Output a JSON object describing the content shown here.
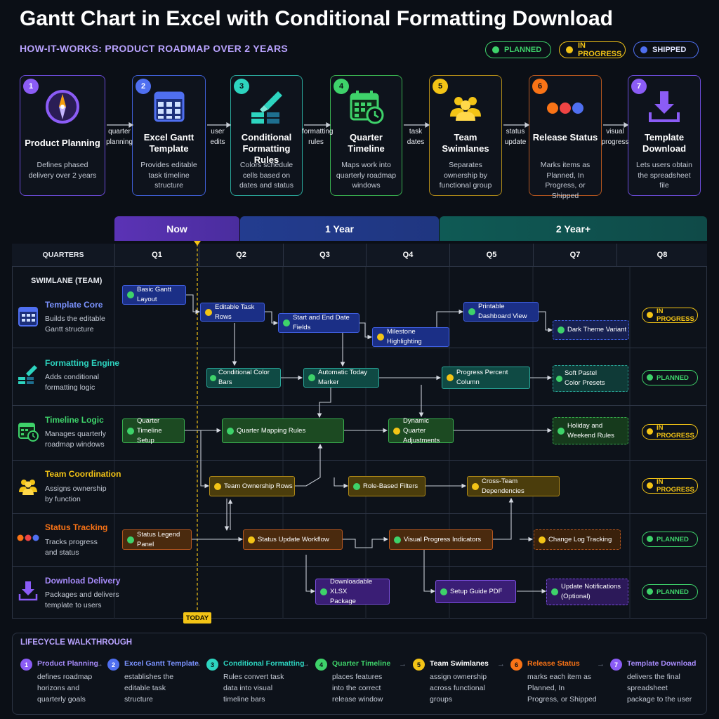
{
  "title": "Gantt Chart in Excel with Conditional Formatting Download",
  "subtitle": "HOW-IT-WORKS: PRODUCT ROADMAP OVER 2 YEARS",
  "legend": {
    "planned": "PLANNED",
    "in_progress": "IN PROGRESS",
    "shipped": "SHIPPED"
  },
  "colors": {
    "planned": "#3ed26a",
    "in_progress": "#f3c416",
    "shipped": "#4f6ff0",
    "purple": "#8b5cf6"
  },
  "steps": [
    {
      "num": "1",
      "title": "Product Planning",
      "desc": "Defines phased delivery over 2 years",
      "icon": "compass-icon"
    },
    {
      "num": "2",
      "title": "Excel Gantt Template",
      "desc": "Provides editable task timeline structure",
      "icon": "grid-icon"
    },
    {
      "num": "3",
      "title": "Conditional Formatting Rules",
      "desc": "Colors schedule cells based on dates and status",
      "icon": "brush-icon"
    },
    {
      "num": "4",
      "title": "Quarter Timeline",
      "desc": "Maps work into quarterly roadmap windows",
      "icon": "calendar-clock-icon"
    },
    {
      "num": "5",
      "title": "Team Swimlanes",
      "desc": "Separates ownership by functional group",
      "icon": "team-icon"
    },
    {
      "num": "6",
      "title": "Release Status",
      "desc": "Marks items as Planned, In Progress, or Shipped",
      "icon": "status-dots-icon"
    },
    {
      "num": "7",
      "title": "Template Download",
      "desc": "Lets users obtain the spreadsheet file",
      "icon": "download-icon"
    }
  ],
  "connectors": [
    "quarter planning",
    "user edits",
    "formatting rules",
    "task dates",
    "status update",
    "visual progress"
  ],
  "phases": [
    "Now",
    "1 Year",
    "2 Year+"
  ],
  "quarters_label": "QUARTERS",
  "quarters": [
    "Q1",
    "Q2",
    "Q3",
    "Q4",
    "Q5",
    "Q7",
    "Q8"
  ],
  "swimlane_label": "SWIMLANE (TEAM)",
  "lanes": [
    {
      "name": "Template Core",
      "desc1": "Builds the editable",
      "desc2": "Gantt structure",
      "status": "IN PROGRESS",
      "icon": "grid-icon"
    },
    {
      "name": "Formatting Engine",
      "desc1": "Adds conditional",
      "desc2": "formatting logic",
      "status": "PLANNED",
      "icon": "brush-icon"
    },
    {
      "name": "Timeline Logic",
      "desc1": "Manages quarterly",
      "desc2": "roadmap windows",
      "status": "IN PROGRESS",
      "icon": "calendar-clock-icon"
    },
    {
      "name": "Team Coordination",
      "desc1": "Assigns ownership",
      "desc2": "by function",
      "status": "IN PROGRESS",
      "icon": "team-icon"
    },
    {
      "name": "Status Tracking",
      "desc1": "Tracks progress",
      "desc2": "and status",
      "status": "PLANNED",
      "icon": "status-dots-icon"
    },
    {
      "name": "Download Delivery",
      "desc1": "Packages and delivers",
      "desc2": "template to users",
      "status": "PLANNED",
      "icon": "download-icon"
    }
  ],
  "tasks": {
    "basic_gantt": "Basic Gantt Layout",
    "editable_rows": "Editable Task Rows",
    "start_end": "Start and End Date Fields",
    "milestone": "Milestone Highlighting",
    "printable": "Printable Dashboard View",
    "dark_theme": "Dark Theme Variant",
    "cond_bars": "Conditional Color Bars",
    "auto_today": "Automatic Today Marker",
    "progress_pct": "Progress Percent Column",
    "pastel_1": "Soft Pastel",
    "pastel_2": "Color Presets",
    "qt_setup_1": "Quarter Timeline",
    "qt_setup_2": "Setup",
    "qmap": "Quarter Mapping Rules",
    "dyn_1": "Dynamic Quarter",
    "dyn_2": "Adjustments",
    "holiday_1": "Holiday and",
    "holiday_2": "Weekend Rules",
    "team_rows": "Team Ownership Rows",
    "role_filters": "Role-Based Filters",
    "cross_team": "Cross-Team Dependencies",
    "legend_panel": "Status Legend Panel",
    "status_workflow": "Status Update Workflow",
    "visual_progress": "Visual Progress Indicators",
    "change_log": "Change Log Tracking",
    "xlsx_1": "Downloadable XLSX",
    "xlsx_2": "Package",
    "setup_pdf": "Setup Guide PDF",
    "notif_1": "Update Notifications",
    "notif_2": "(Optional)"
  },
  "today_label": "TODAY",
  "walkthrough_title": "LIFECYCLE WALKTHROUGH",
  "walkthrough": [
    {
      "num": "1",
      "title": "Product Planning",
      "desc": "defines roadmap horizons and quarterly goals"
    },
    {
      "num": "2",
      "title": "Excel Gantt Template",
      "desc": "establishes the editable task structure"
    },
    {
      "num": "3",
      "title": "Conditional Formatting",
      "desc": "Rules convert task data into visual timeline bars"
    },
    {
      "num": "4",
      "title": "Quarter Timeline",
      "desc": "places features into the correct release window"
    },
    {
      "num": "5",
      "title": "Team Swimlanes",
      "desc": "assign ownership across functional groups"
    },
    {
      "num": "6",
      "title": "Release Status",
      "desc": "marks each item as Planned, In Progress, or Shipped"
    },
    {
      "num": "7",
      "title": "Template Download",
      "desc": "delivers the final spreadsheet package to the user"
    }
  ]
}
